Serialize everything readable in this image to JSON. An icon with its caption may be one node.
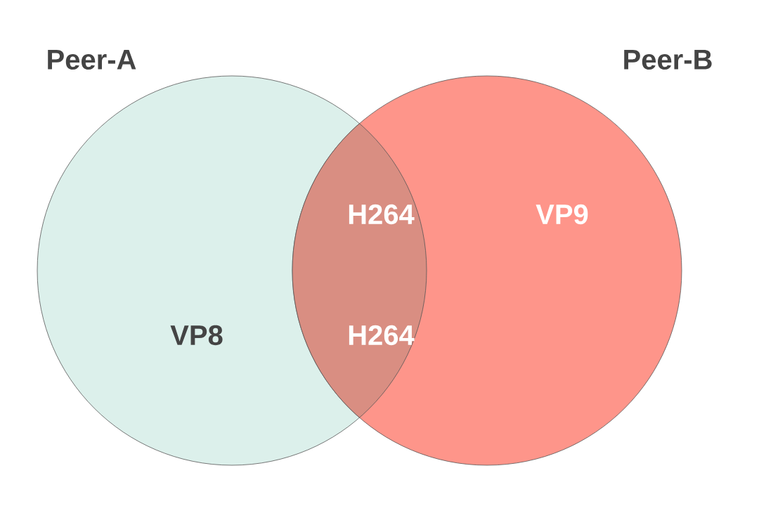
{
  "diagram": {
    "nodes": [
      {
        "text": [
          "Peer-A",
          "VP8"
        ]
      },
      {
        "text": [
          "Peer-B",
          "VP9"
        ]
      }
    ],
    "labels": [
      "H264",
      "H264"
    ]
  }
}
